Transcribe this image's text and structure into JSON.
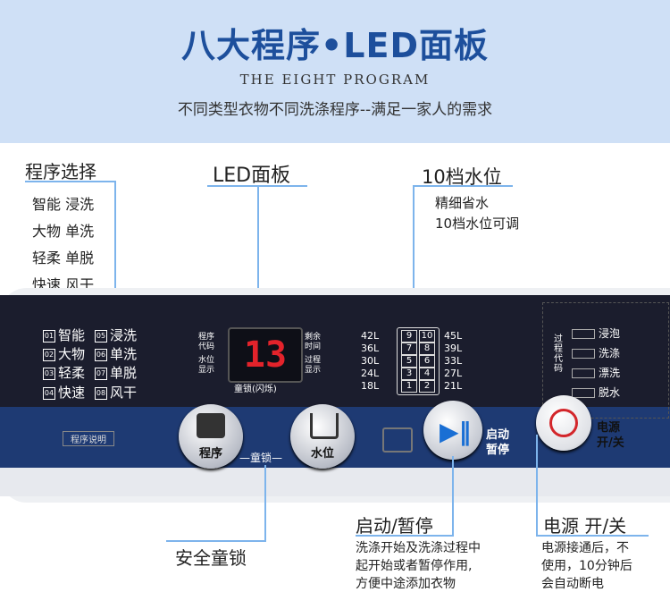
{
  "header": {
    "title": "八大程序•LED面板",
    "subtitle_en": "THE EIGHT PROGRAM",
    "subtitle_cn": "不同类型衣物不同洗涤程序--满足一家人的需求"
  },
  "callouts": {
    "program": {
      "title": "程序选择",
      "items": [
        "智能 浸洗",
        "大物 单洗",
        "轻柔 单脱",
        "快速 风干"
      ]
    },
    "led": {
      "title": "LED面板"
    },
    "water": {
      "title": "10档水位",
      "lines": [
        "精细省水",
        "10档水位可调"
      ]
    },
    "start": {
      "title": "启动/暂停",
      "lines": [
        "洗涤开始及洗涤过程中",
        "起开始或者暂停作用,",
        "方便中途添加衣物"
      ]
    },
    "power": {
      "title": "电源 开/关",
      "lines": [
        "电源接通后，不",
        "使用，10分钟后",
        "会自动断电"
      ]
    },
    "childlock": {
      "title": "安全童锁"
    }
  },
  "panel": {
    "programs_left": [
      "智能",
      "大物",
      "轻柔",
      "快速"
    ],
    "programs_right": [
      "浸洗",
      "单洗",
      "单脱",
      "风干"
    ],
    "program_codes_left": [
      "01",
      "02",
      "03",
      "04"
    ],
    "program_codes_right": [
      "05",
      "06",
      "07",
      "08"
    ],
    "manual_tag": "程序说明",
    "led_left_labels": [
      "程序",
      "代码",
      "水位",
      "显示"
    ],
    "led_right_labels": [
      "剩余",
      "时间",
      "过程",
      "显示"
    ],
    "led_digits": "13",
    "led_bottom": "童锁(闪烁)",
    "water_left": [
      "42L",
      "36L",
      "30L",
      "24L",
      "18L"
    ],
    "water_right": [
      "45L",
      "39L",
      "33L",
      "27L",
      "21L"
    ],
    "water_grid": [
      [
        "9",
        "10"
      ],
      [
        "7",
        "8"
      ],
      [
        "5",
        "6"
      ],
      [
        "3",
        "4"
      ],
      [
        "1",
        "2"
      ]
    ],
    "process_vertical": "过程代码",
    "process_items": [
      "浸泡",
      "洗涤",
      "漂洗",
      "脱水"
    ],
    "btn_program": "程序",
    "btn_water": "水位",
    "childlock_label": "—童锁—",
    "start_label_1": "启动",
    "start_label_2": "暂停",
    "power_label_1": "电源",
    "power_label_2": "开/关"
  },
  "colors": {
    "title": "#1d4f9c",
    "header_bg": "#cfe0f6",
    "led_red": "#e3232b",
    "callout_line": "#7db4ec",
    "panel_blue": "#1e3a73"
  }
}
